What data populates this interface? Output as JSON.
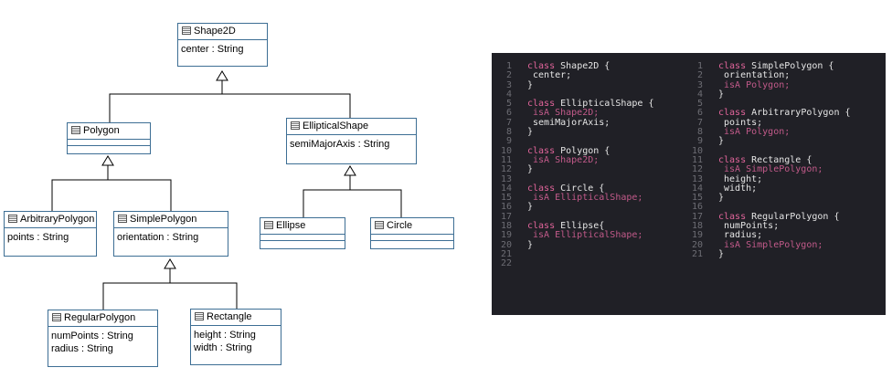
{
  "diagram": {
    "classes": [
      {
        "id": "shape2d",
        "name": "Shape2D",
        "attributes": [
          "center : String"
        ]
      },
      {
        "id": "polygon",
        "name": "Polygon",
        "attributes": []
      },
      {
        "id": "ellipticalshape",
        "name": "EllipticalShape",
        "attributes": [
          "semiMajorAxis : String"
        ]
      },
      {
        "id": "arbitrarypolygon",
        "name": "ArbitraryPolygon",
        "attributes": [
          "points : String"
        ]
      },
      {
        "id": "simplepolygon",
        "name": "SimplePolygon",
        "attributes": [
          "orientation : String"
        ]
      },
      {
        "id": "ellipse",
        "name": "Ellipse",
        "attributes": []
      },
      {
        "id": "circle",
        "name": "Circle",
        "attributes": []
      },
      {
        "id": "regularpolygon",
        "name": "RegularPolygon",
        "attributes": [
          "numPoints : String",
          "radius : String"
        ]
      },
      {
        "id": "rectangle",
        "name": "Rectangle",
        "attributes": [
          "height : String",
          "width : String"
        ]
      }
    ],
    "generalizations": [
      {
        "parent": "shape2d",
        "children": [
          "polygon",
          "ellipticalshape"
        ]
      },
      {
        "parent": "polygon",
        "children": [
          "arbitrarypolygon",
          "simplepolygon"
        ]
      },
      {
        "parent": "ellipticalshape",
        "children": [
          "ellipse",
          "circle"
        ]
      },
      {
        "parent": "simplepolygon",
        "children": [
          "regularpolygon",
          "rectangle"
        ]
      }
    ]
  },
  "code_editor": {
    "colors": {
      "background": "#202026",
      "keyword": "#e0649a",
      "isa": "#c25a8a",
      "text": "#e6e6e6",
      "line_number": "#6d6d74"
    },
    "left_column": [
      {
        "n": "1",
        "kw": "class",
        "rest": " Shape2D {"
      },
      {
        "n": "2",
        "text": " center;"
      },
      {
        "n": "3",
        "text": "}"
      },
      {
        "n": "4",
        "text": ""
      },
      {
        "n": "5",
        "kw": "class",
        "rest": " EllipticalShape {"
      },
      {
        "n": "6",
        "isa": " isA Shape2D;"
      },
      {
        "n": "7",
        "text": " semiMajorAxis;"
      },
      {
        "n": "8",
        "text": "}"
      },
      {
        "n": "9",
        "text": ""
      },
      {
        "n": "10",
        "kw": "class",
        "rest": " Polygon {"
      },
      {
        "n": "11",
        "isa": " isA Shape2D;"
      },
      {
        "n": "12",
        "text": "}"
      },
      {
        "n": "13",
        "text": ""
      },
      {
        "n": "14",
        "kw": "class",
        "rest": " Circle {"
      },
      {
        "n": "15",
        "isa": " isA EllipticalShape;"
      },
      {
        "n": "16",
        "text": "}"
      },
      {
        "n": "17",
        "text": ""
      },
      {
        "n": "18",
        "kw": "class",
        "rest": " Ellipse{"
      },
      {
        "n": "19",
        "isa": " isA EllipticalShape;"
      },
      {
        "n": "20",
        "text": "}"
      },
      {
        "n": "21",
        "text": ""
      },
      {
        "n": "22",
        "text": ""
      }
    ],
    "right_column": [
      {
        "n": "1",
        "kw": "class",
        "rest": " SimplePolygon {"
      },
      {
        "n": "2",
        "text": " orientation;"
      },
      {
        "n": "3",
        "isa": " isA Polygon;"
      },
      {
        "n": "4",
        "text": "}"
      },
      {
        "n": "5",
        "text": ""
      },
      {
        "n": "6",
        "kw": "class",
        "rest": " ArbitraryPolygon {"
      },
      {
        "n": "7",
        "text": " points;"
      },
      {
        "n": "8",
        "isa": " isA Polygon;"
      },
      {
        "n": "9",
        "text": "}"
      },
      {
        "n": "10",
        "text": ""
      },
      {
        "n": "11",
        "kw": "class",
        "rest": " Rectangle {"
      },
      {
        "n": "12",
        "isa": " isA SimplePolygon;"
      },
      {
        "n": "13",
        "text": " height;"
      },
      {
        "n": "14",
        "text": " width;"
      },
      {
        "n": "15",
        "text": "}"
      },
      {
        "n": "16",
        "text": ""
      },
      {
        "n": "17",
        "kw": "class",
        "rest": " RegularPolygon {"
      },
      {
        "n": "18",
        "text": " numPoints;"
      },
      {
        "n": "19",
        "text": " radius;"
      },
      {
        "n": "20",
        "isa": " isA SimplePolygon;"
      },
      {
        "n": "21",
        "text": "}"
      }
    ]
  }
}
